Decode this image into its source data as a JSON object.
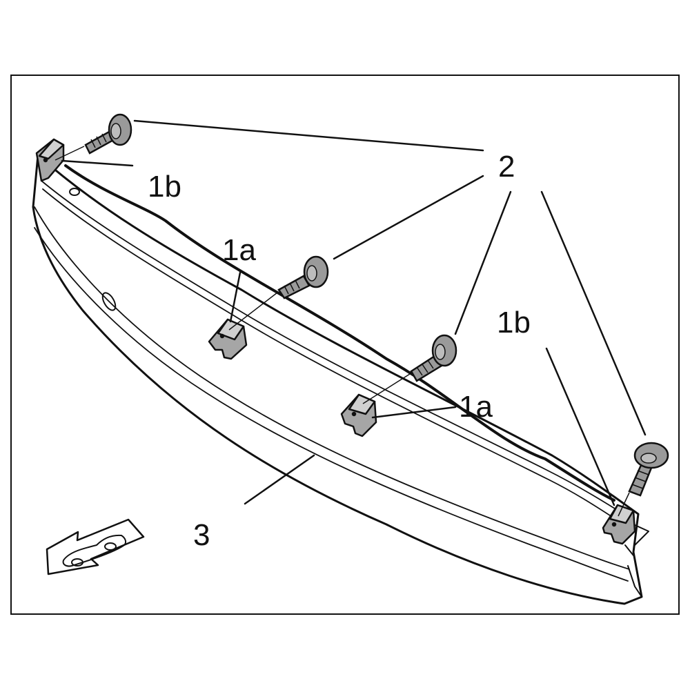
{
  "diagram": {
    "labels": {
      "label_1b_left": "1b",
      "label_1b_right": "1b",
      "label_1a_upper": "1a",
      "label_1a_lower": "1a",
      "label_2": "2",
      "label_3": "3"
    },
    "colors": {
      "line": "#111111",
      "part_fill": "#ffffff",
      "screw_fill": "#9a9a9a",
      "clip_fill": "#a6a6a6"
    },
    "icons": [
      "screw-icon",
      "clip-icon",
      "front-direction-arrow-icon",
      "car-outline-icon"
    ]
  }
}
